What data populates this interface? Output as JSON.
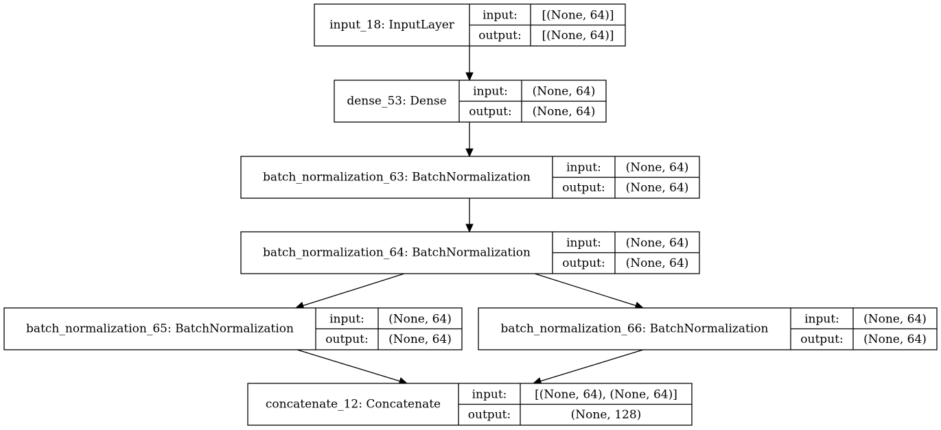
{
  "model_graph": {
    "io_labels": {
      "input": "input:",
      "output": "output:"
    },
    "nodes": [
      {
        "id": "input_18",
        "name": "input_18: InputLayer",
        "input_shape": "[(None, 64)]",
        "output_shape": "[(None, 64)]"
      },
      {
        "id": "dense_53",
        "name": "dense_53: Dense",
        "input_shape": "(None, 64)",
        "output_shape": "(None, 64)"
      },
      {
        "id": "bn_63",
        "name": "batch_normalization_63: BatchNormalization",
        "input_shape": "(None, 64)",
        "output_shape": "(None, 64)"
      },
      {
        "id": "bn_64",
        "name": "batch_normalization_64: BatchNormalization",
        "input_shape": "(None, 64)",
        "output_shape": "(None, 64)"
      },
      {
        "id": "bn_65",
        "name": "batch_normalization_65: BatchNormalization",
        "input_shape": "(None, 64)",
        "output_shape": "(None, 64)"
      },
      {
        "id": "bn_66",
        "name": "batch_normalization_66: BatchNormalization",
        "input_shape": "(None, 64)",
        "output_shape": "(None, 64)"
      },
      {
        "id": "concat_12",
        "name": "concatenate_12: Concatenate",
        "input_shape": "[(None, 64), (None, 64)]",
        "output_shape": "(None, 128)"
      }
    ],
    "edges": [
      {
        "from": "input_18",
        "to": "dense_53"
      },
      {
        "from": "dense_53",
        "to": "bn_63"
      },
      {
        "from": "bn_63",
        "to": "bn_64"
      },
      {
        "from": "bn_64",
        "to": "bn_65"
      },
      {
        "from": "bn_64",
        "to": "bn_66"
      },
      {
        "from": "bn_65",
        "to": "concat_12"
      },
      {
        "from": "bn_66",
        "to": "concat_12"
      }
    ]
  }
}
